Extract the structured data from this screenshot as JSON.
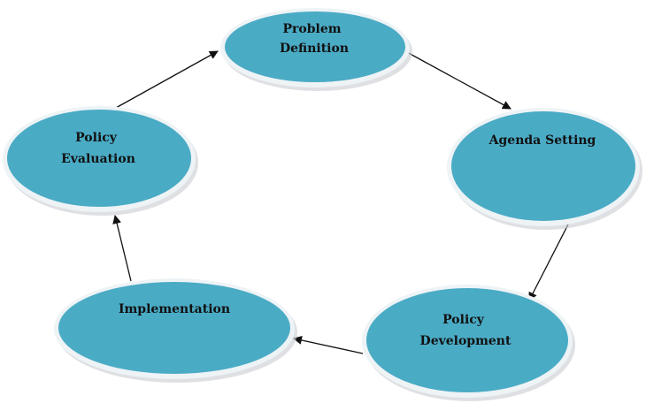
{
  "nodes": [
    {
      "id": "problem-definition",
      "lines": [
        "Problem",
        "Definition"
      ]
    },
    {
      "id": "agenda-setting",
      "lines": [
        "Agenda Setting"
      ]
    },
    {
      "id": "policy-development",
      "lines": [
        "Policy",
        "Development"
      ]
    },
    {
      "id": "implementation",
      "lines": [
        "Implementation"
      ]
    },
    {
      "id": "policy-evaluation",
      "lines": [
        "Policy",
        "Evaluation"
      ]
    }
  ],
  "edges": [
    {
      "from": "problem-definition",
      "to": "agenda-setting"
    },
    {
      "from": "agenda-setting",
      "to": "policy-development"
    },
    {
      "from": "policy-development",
      "to": "implementation"
    },
    {
      "from": "implementation",
      "to": "policy-evaluation"
    },
    {
      "from": "policy-evaluation",
      "to": "problem-definition"
    }
  ],
  "colors": {
    "node_fill": "#4aabc5",
    "node_outline": "#eef3f6",
    "node_shadow": "#c9ccd0",
    "arrow": "#111111",
    "text": "#111111"
  }
}
